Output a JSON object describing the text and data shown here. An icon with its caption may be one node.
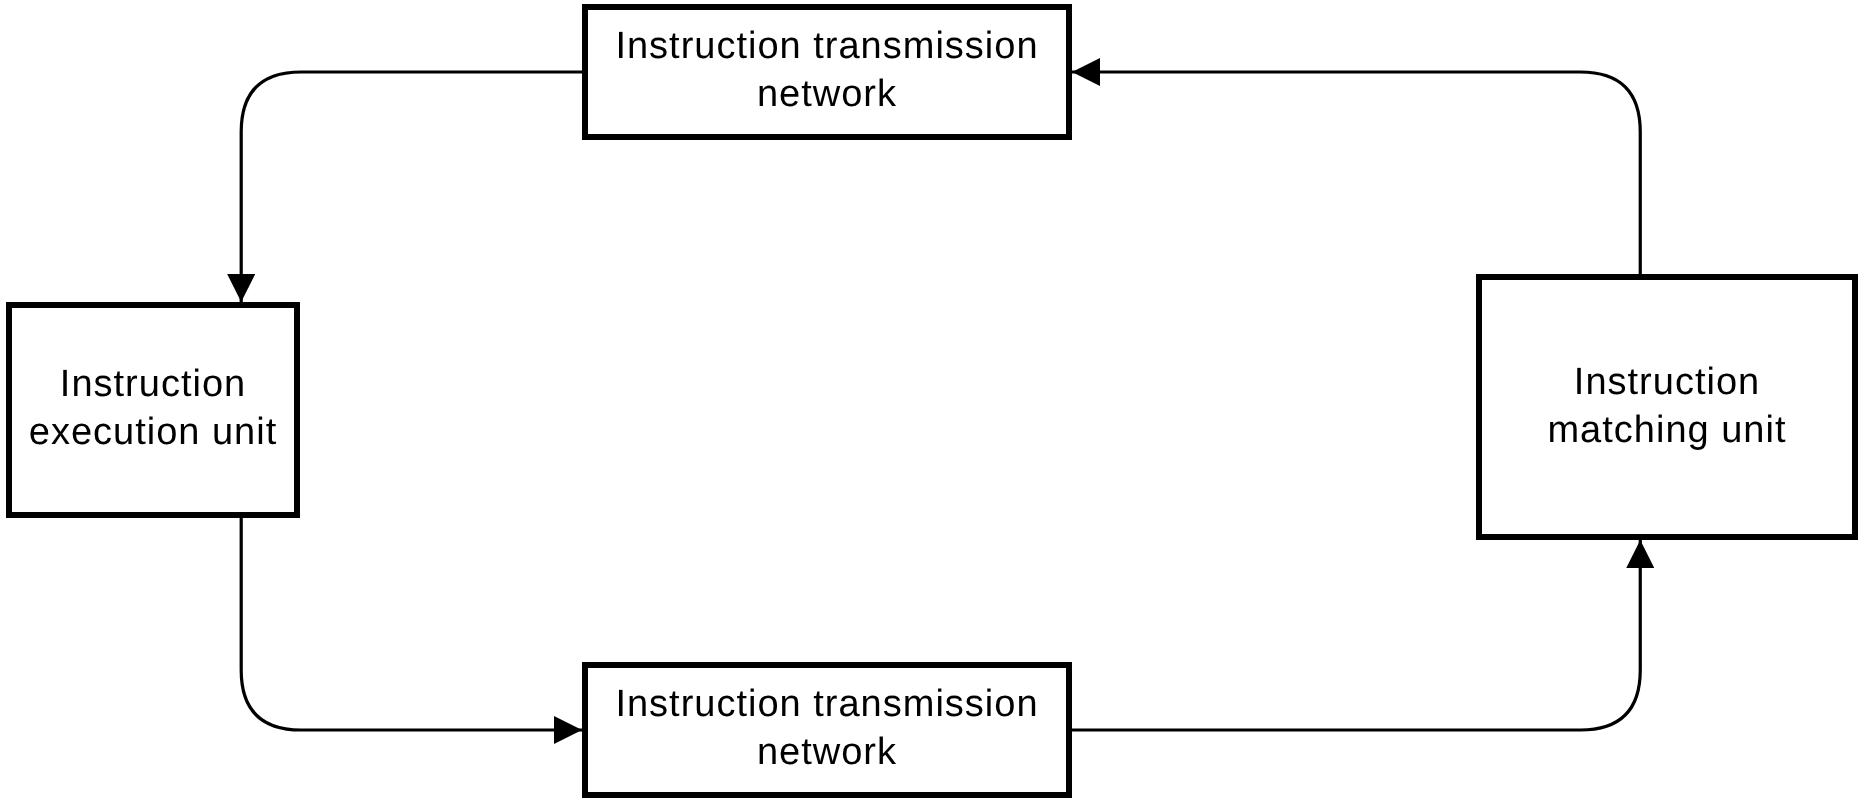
{
  "diagram": {
    "nodes": [
      {
        "text": [
          "Instruction transmission network"
        ]
      },
      {
        "text": [
          "Instruction execution unit"
        ]
      },
      {
        "text": [
          "Instruction matching unit"
        ]
      },
      {
        "text": [
          "Instruction transmission network"
        ]
      }
    ],
    "edges": [
      {
        "from": 0,
        "to": 1,
        "arrow": "to"
      },
      {
        "from": 1,
        "to": 3,
        "arrow": "to"
      },
      {
        "from": 3,
        "to": 2,
        "arrow": "to"
      },
      {
        "from": 2,
        "to": 0,
        "arrow": "to"
      }
    ]
  }
}
